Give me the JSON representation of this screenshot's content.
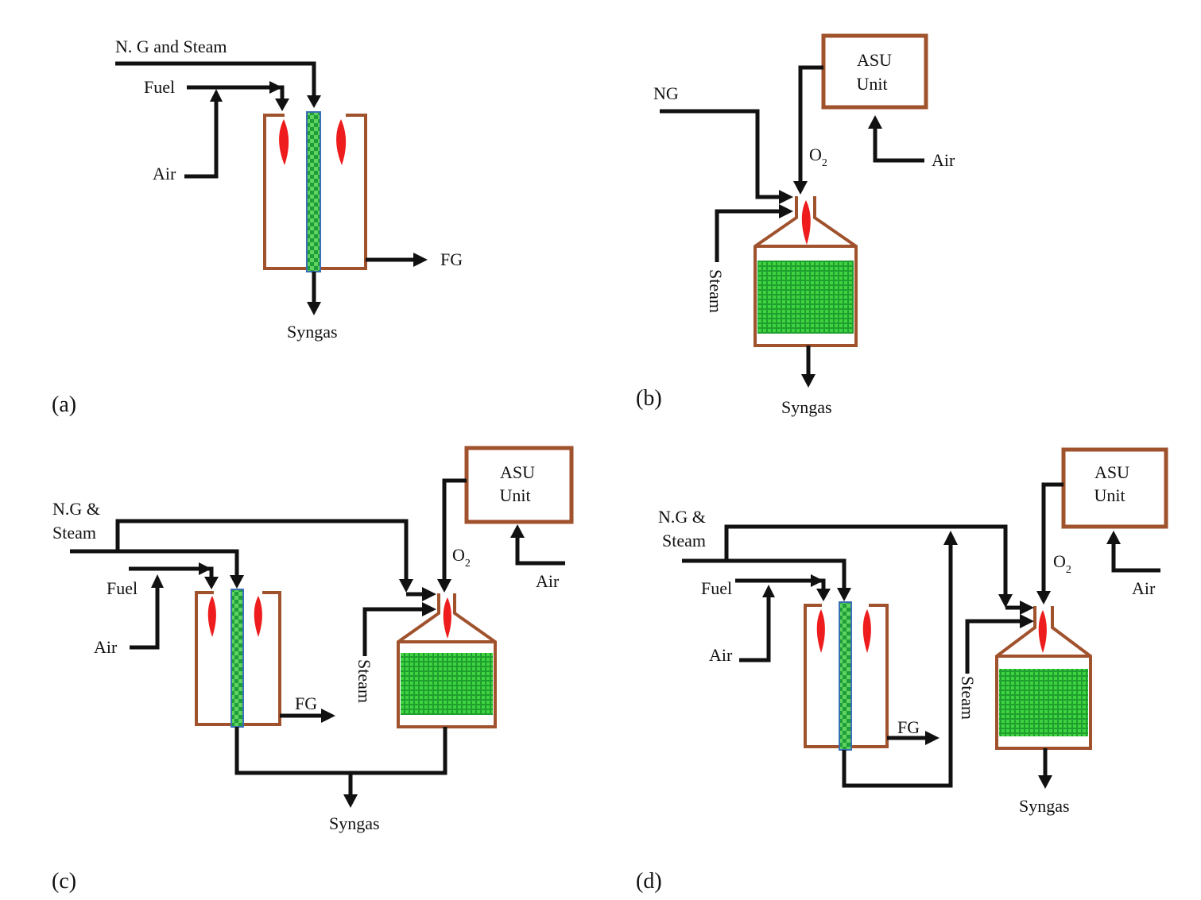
{
  "panels": {
    "a": {
      "tag": "(a)",
      "labels": {
        "feed": "N. G and Steam",
        "fuel": "Fuel",
        "air": "Air",
        "flue_gas": "FG",
        "product": "Syngas"
      }
    },
    "b": {
      "tag": "(b)",
      "labels": {
        "ng": "NG",
        "asu_line1": "ASU",
        "asu_line2": "Unit",
        "oxygen": "O",
        "oxygen_sub": "2",
        "air": "Air",
        "steam": "Steam",
        "product": "Syngas"
      }
    },
    "c": {
      "tag": "(c)",
      "labels": {
        "feed_line1": "N.G &",
        "feed_line2": "Steam",
        "fuel": "Fuel",
        "air": "Air",
        "asu_line1": "ASU",
        "asu_line2": "Unit",
        "oxygen": "O",
        "oxygen_sub": "2",
        "asu_air": "Air",
        "steam": "Steam",
        "flue_gas": "FG",
        "product": "Syngas"
      }
    },
    "d": {
      "tag": "(d)",
      "labels": {
        "feed_line1": "N.G &",
        "feed_line2": "Steam",
        "fuel": "Fuel",
        "air": "Air",
        "asu_line1": "ASU",
        "asu_line2": "Unit",
        "oxygen": "O",
        "oxygen_sub": "2",
        "asu_air": "Air",
        "steam": "Steam",
        "flue_gas": "FG",
        "product": "Syngas"
      }
    }
  },
  "colors": {
    "vessel": "#a0522d",
    "flame": "#ee1c1c",
    "catalyst": "#33cc33",
    "pipe": "#111111"
  }
}
